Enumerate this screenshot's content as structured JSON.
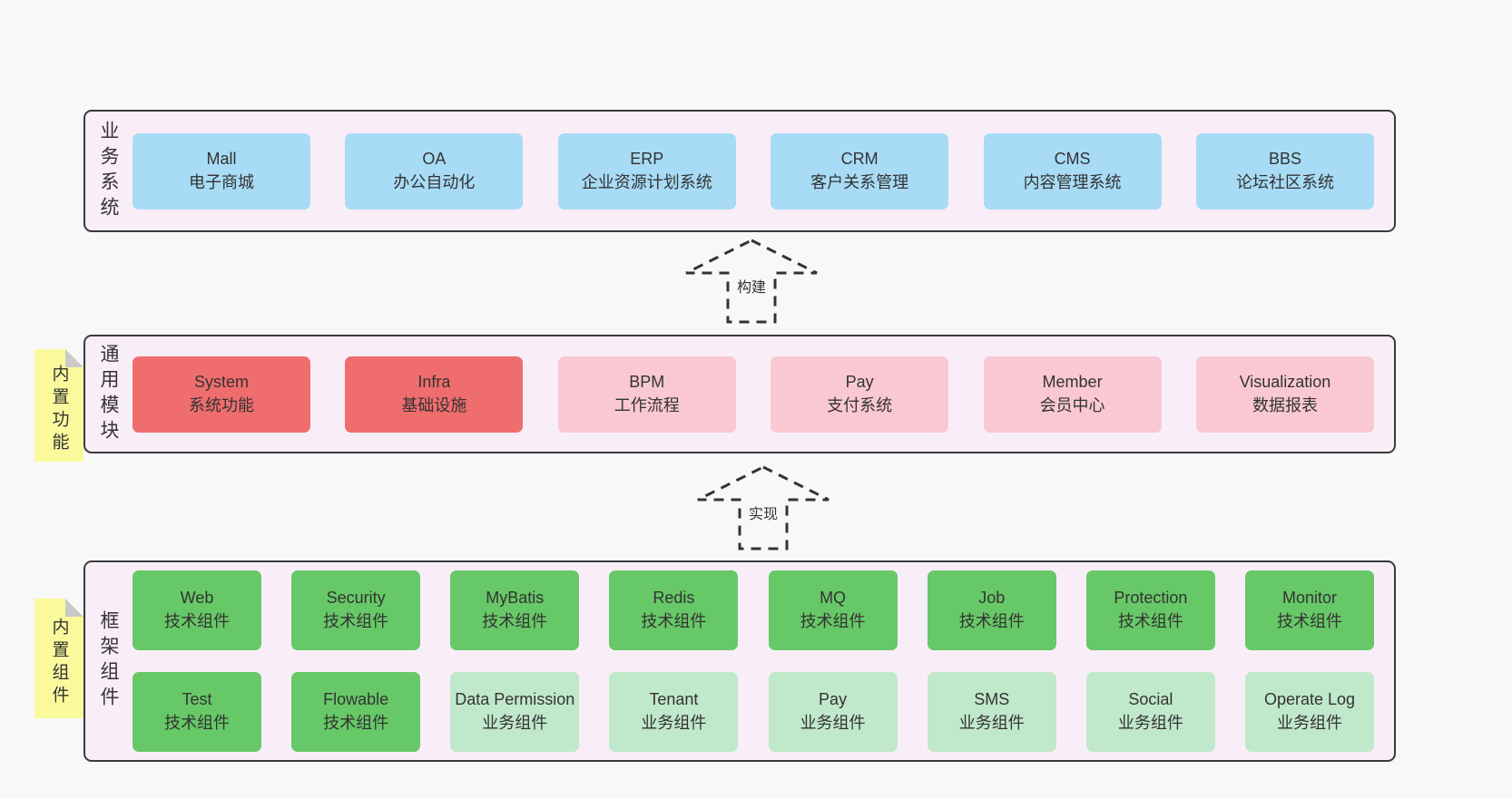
{
  "colors": {
    "page-bg": "#f8f8f8",
    "band-bg": "#f9eef7",
    "band-border": "#3a3a3a",
    "blue": "#a8dbf5",
    "red": "#f06d6e",
    "pink": "#f9c8d3",
    "green": "#67c867",
    "lightgreen": "#c0e8cb",
    "sticky": "#fafa9d",
    "sticky-fold": "#c9c9c9",
    "ink": "#333333"
  },
  "arrows": [
    {
      "label": "构建"
    },
    {
      "label": "实现"
    }
  ],
  "bands": [
    {
      "label": "业务系统",
      "rows": [
        [
          {
            "title": "Mall",
            "subtitle": "电子商城",
            "variant": "blue"
          },
          {
            "title": "OA",
            "subtitle": "办公自动化",
            "variant": "blue"
          },
          {
            "title": "ERP",
            "subtitle": "企业资源计划系统",
            "variant": "blue"
          },
          {
            "title": "CRM",
            "subtitle": "客户关系管理",
            "variant": "blue"
          },
          {
            "title": "CMS",
            "subtitle": "内容管理系统",
            "variant": "blue"
          },
          {
            "title": "BBS",
            "subtitle": "论坛社区系统",
            "variant": "blue"
          }
        ]
      ]
    },
    {
      "label": "通用模块",
      "sticky": "内置功能",
      "rows": [
        [
          {
            "title": "System",
            "subtitle": "系统功能",
            "variant": "red"
          },
          {
            "title": "Infra",
            "subtitle": "基础设施",
            "variant": "red"
          },
          {
            "title": "BPM",
            "subtitle": "工作流程",
            "variant": "pink"
          },
          {
            "title": "Pay",
            "subtitle": "支付系统",
            "variant": "pink"
          },
          {
            "title": "Member",
            "subtitle": "会员中心",
            "variant": "pink"
          },
          {
            "title": "Visualization",
            "subtitle": "数据报表",
            "variant": "pink"
          }
        ]
      ]
    },
    {
      "label": "框架组件",
      "sticky": "内置组件",
      "rows": [
        [
          {
            "title": "Web",
            "subtitle": "技术组件",
            "variant": "green"
          },
          {
            "title": "Security",
            "subtitle": "技术组件",
            "variant": "green"
          },
          {
            "title": "MyBatis",
            "subtitle": "技术组件",
            "variant": "green"
          },
          {
            "title": "Redis",
            "subtitle": "技术组件",
            "variant": "green"
          },
          {
            "title": "MQ",
            "subtitle": "技术组件",
            "variant": "green"
          },
          {
            "title": "Job",
            "subtitle": "技术组件",
            "variant": "green"
          },
          {
            "title": "Protection",
            "subtitle": "技术组件",
            "variant": "green"
          },
          {
            "title": "Monitor",
            "subtitle": "技术组件",
            "variant": "green"
          }
        ],
        [
          {
            "title": "Test",
            "subtitle": "技术组件",
            "variant": "green"
          },
          {
            "title": "Flowable",
            "subtitle": "技术组件",
            "variant": "green"
          },
          {
            "title": "Data Permission",
            "subtitle": "业务组件",
            "variant": "lightgreen"
          },
          {
            "title": "Tenant",
            "subtitle": "业务组件",
            "variant": "lightgreen"
          },
          {
            "title": "Pay",
            "subtitle": "业务组件",
            "variant": "lightgreen"
          },
          {
            "title": "SMS",
            "subtitle": "业务组件",
            "variant": "lightgreen"
          },
          {
            "title": "Social",
            "subtitle": "业务组件",
            "variant": "lightgreen"
          },
          {
            "title": "Operate Log",
            "subtitle": "业务组件",
            "variant": "lightgreen"
          }
        ]
      ]
    }
  ]
}
